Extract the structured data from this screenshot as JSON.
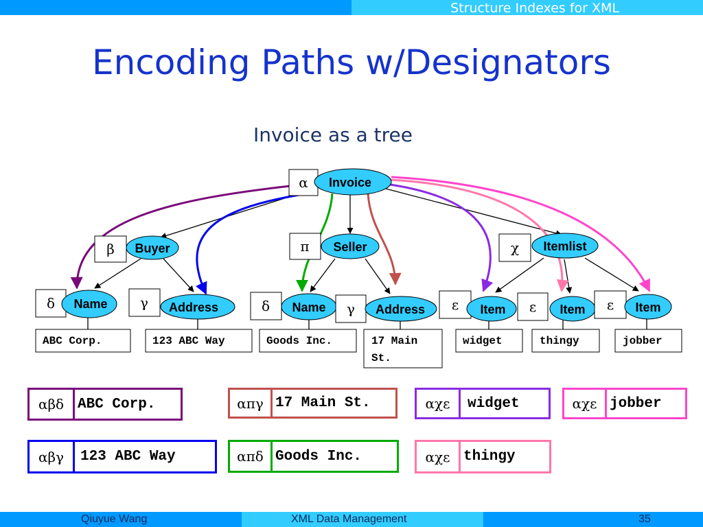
{
  "header": {
    "title": "Structure Indexes for XML"
  },
  "slide": {
    "title": "Encoding Paths w/Designators",
    "subtitle": "Invoice as a tree"
  },
  "tree": {
    "root": {
      "label": "Invoice",
      "designator": "α"
    },
    "buyer": {
      "label": "Buyer",
      "designator": "β"
    },
    "seller": {
      "label": "Seller",
      "designator": "π"
    },
    "itemlist": {
      "label": "Itemlist",
      "designator": "χ"
    },
    "buyer_name": {
      "label": "Name",
      "designator": "δ",
      "value": "ABC Corp."
    },
    "buyer_address": {
      "label": "Address",
      "designator": "γ",
      "value": "123 ABC Way"
    },
    "seller_name": {
      "label": "Name",
      "designator": "δ",
      "value": "Goods Inc."
    },
    "seller_address": {
      "label": "Address",
      "designator": "γ",
      "value_line1": "17 Main",
      "value_line2": "St."
    },
    "item1": {
      "label": "Item",
      "designator": "ε",
      "value": "widget"
    },
    "item2": {
      "label": "Item",
      "designator": "ε",
      "value": "thingy"
    },
    "item3": {
      "label": "Item",
      "designator": "ε",
      "value": "jobber"
    }
  },
  "encodings": [
    {
      "code": "αβδ",
      "value": "ABC Corp.",
      "color": "#7a0a7a"
    },
    {
      "code": "απγ",
      "value": "17 Main St.",
      "color": "#c0504d"
    },
    {
      "code": "αχε",
      "value": "widget",
      "color": "#8a2be2"
    },
    {
      "code": "αχε",
      "value": "jobber",
      "color": "#ff44cc"
    },
    {
      "code": "αβγ",
      "value": "123 ABC Way",
      "color": "#0000ee"
    },
    {
      "code": "απδ",
      "value": "Goods Inc.",
      "color": "#00aa00"
    },
    {
      "code": "αχε",
      "value": "thingy",
      "color": "#ff77aa"
    }
  ],
  "colors": {
    "node_fill": "#33ccff",
    "purple": "#7a0a7a",
    "blue": "#0000ee",
    "green": "#00aa00",
    "brown": "#c0504d",
    "violet": "#8a2be2",
    "pink": "#ff77aa",
    "magenta": "#ff44cc"
  },
  "footer": {
    "author": "Qiuyue Wang",
    "course": "XML Data Management",
    "page": "35"
  }
}
